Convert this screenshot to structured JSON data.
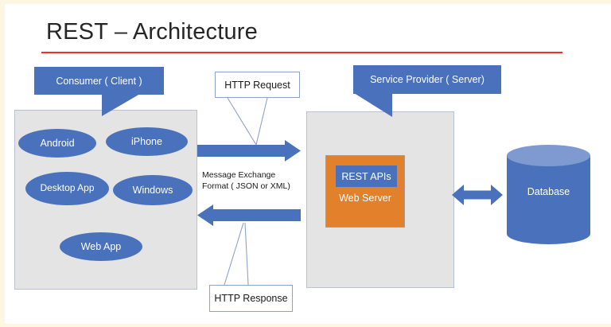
{
  "page": {
    "title": "REST – Architecture",
    "accent_rule_color": "#ee3124",
    "blue": "#4a72bc",
    "orange": "#e2802c",
    "grey_box": "#e4e4e4",
    "db_top": "#7e9ad1"
  },
  "consumer": {
    "callout_label": "Consumer ( Client )",
    "clients": [
      {
        "label": "Android"
      },
      {
        "label": "iPhone"
      },
      {
        "label": "Desktop App"
      },
      {
        "label": "Windows"
      },
      {
        "label": "Web App"
      }
    ]
  },
  "provider": {
    "callout_label": "Service Provider ( Server)",
    "web_server_label": "Web Server",
    "rest_apis_label": "REST APIs"
  },
  "flow": {
    "request_callout": "HTTP Request",
    "response_callout": "HTTP Response",
    "message_format_line1": "Message Exchange",
    "message_format_line2": "Format ( JSON or XML)"
  },
  "database": {
    "label": "Database"
  }
}
